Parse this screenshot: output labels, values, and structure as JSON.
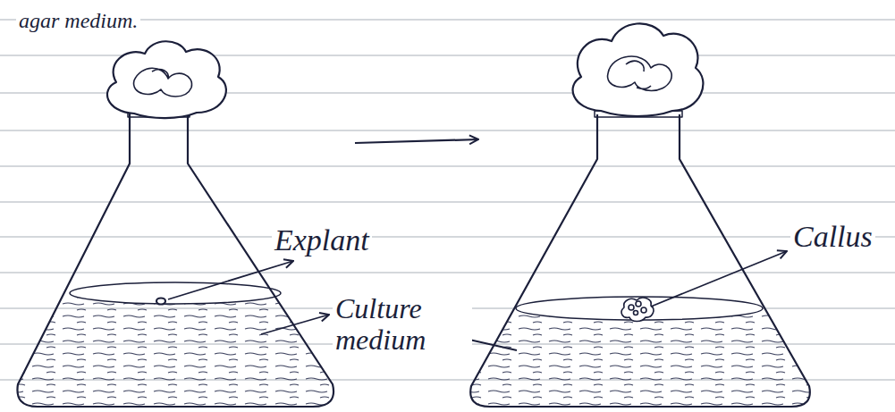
{
  "diagram": {
    "labels": [
      "agar medium.",
      "Explant",
      "Culture medium",
      "Callus"
    ]
  }
}
